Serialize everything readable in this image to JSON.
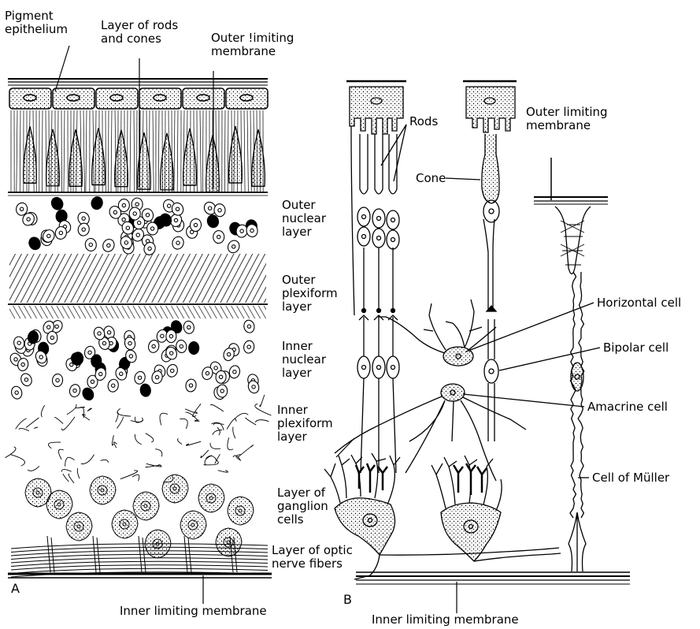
{
  "panel_a": {
    "letter": "A",
    "labels": {
      "pigment_epithelium": "Pigment\nepithelium",
      "rods_cones_layer": "Layer of rods\nand cones",
      "outer_limiting": "Outer !imiting\nmembrane",
      "outer_nuclear": "Outer\nnuclear\nlayer",
      "outer_plexiform": "Outer\nplexiform\nlayer",
      "inner_nuclear": "Inner\nnuclear\nlayer",
      "inner_plexiform": "Inner\nplexiform\nlayer",
      "ganglion": "Layer of\nganglion\ncells",
      "optic_fibers": "Layer of optic\nnerve fibers",
      "inner_limiting": "Inner limiting membrane"
    }
  },
  "panel_b": {
    "letter": "B",
    "labels": {
      "rods": "Rods",
      "cone": "Cone",
      "outer_limiting": "Outer limiting\nmembrane",
      "horizontal": "Horizontal cell",
      "bipolar": "Bipolar cell",
      "amacrine": "Amacrine cell",
      "muller": "Cell of Müller",
      "inner_limiting": "Inner limiting membrane"
    }
  }
}
